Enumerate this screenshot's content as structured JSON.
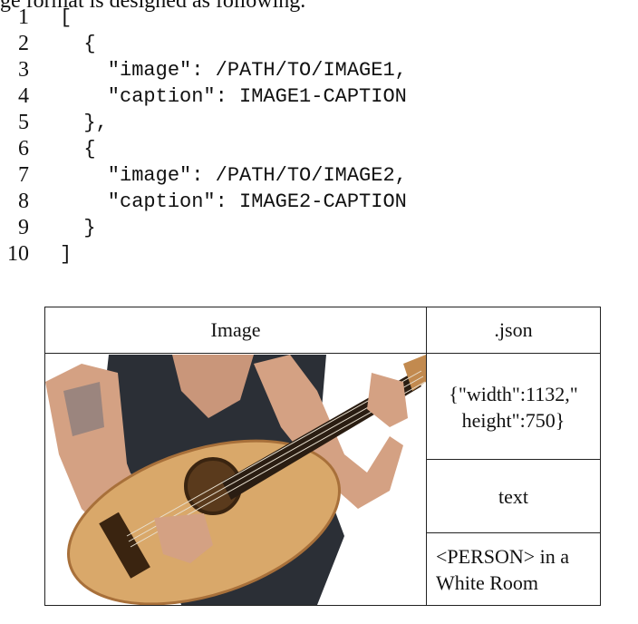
{
  "heading_fragment": "ge format is designed as following.",
  "code": {
    "lines": [
      {
        "num": "1",
        "text": "["
      },
      {
        "num": "2",
        "text": "  {"
      },
      {
        "num": "3",
        "text": "    \"image\": /PATH/TO/IMAGE1,"
      },
      {
        "num": "4",
        "text": "    \"caption\": IMAGE1-CAPTION"
      },
      {
        "num": "5",
        "text": "  },"
      },
      {
        "num": "6",
        "text": "  {"
      },
      {
        "num": "7",
        "text": "    \"image\": /PATH/TO/IMAGE2,"
      },
      {
        "num": "8",
        "text": "    \"caption\": IMAGE2-CAPTION"
      },
      {
        "num": "9",
        "text": "  }"
      },
      {
        "num": "10",
        "text": "]"
      }
    ]
  },
  "table": {
    "header_image": "Image",
    "header_json": ".json",
    "json_value_line1": "{\"width\":1132,\"",
    "json_value_line2": "height\":750}",
    "text_label": "text",
    "caption_line1": "<PERSON> in a",
    "caption_line2": "White Room"
  },
  "colors": {
    "guitar_top": "#d9a86a",
    "guitar_edge": "#a8703a",
    "tank_top": "#2b2f36",
    "skin": "#d4a183"
  }
}
